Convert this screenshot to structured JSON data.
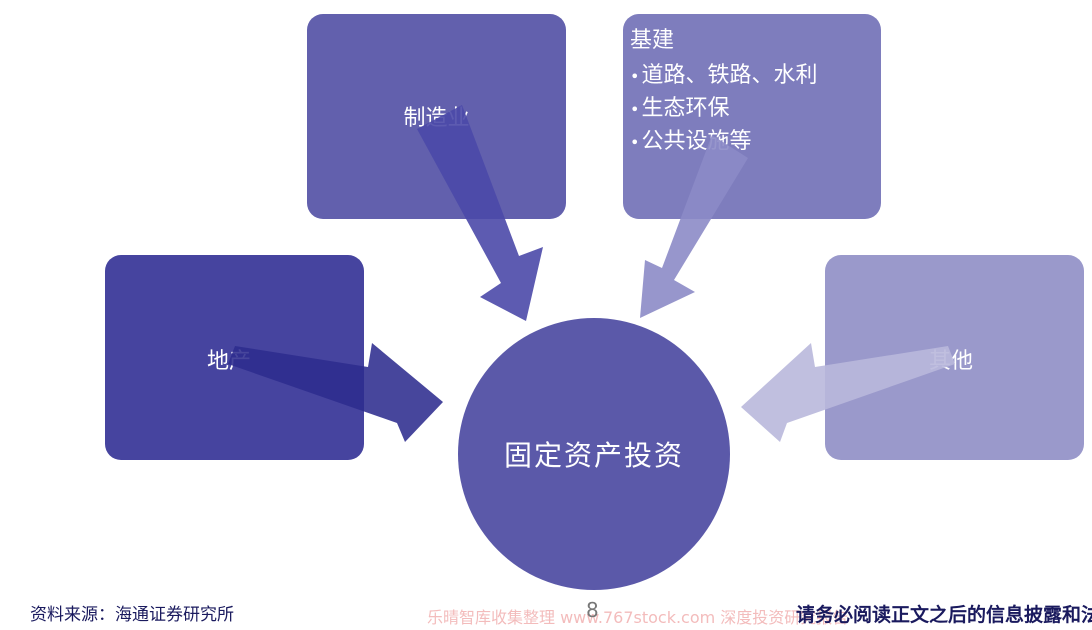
{
  "nodes": {
    "manufacturing": "制造业",
    "real_estate": "地产",
    "infrastructure": {
      "title": "基建",
      "bullets": [
        "道路、铁路、水利",
        "生态环保",
        "公共设施等"
      ]
    },
    "other": "其他",
    "center": "固定资产投资"
  },
  "bullet_glyph": "•",
  "colors": {
    "manufacturing": "#6260ad",
    "real_estate": "#46449f",
    "infrastructure": "#7e7dbd",
    "other": "#9a99cb",
    "center": "#5b59a9",
    "arrow_manufacturing": "#4b49a8",
    "arrow_real_estate": "#2e2c8e",
    "arrow_infrastructure": "#8c8bc6",
    "arrow_other": "#b9b8dc"
  },
  "footer": {
    "source": "资料来源：海通证券研究所",
    "page_number": "8",
    "watermark": "乐晴智库收集整理 www.767stock.com 深度投资研究报告",
    "disclaimer": "请务必阅读正文之后的信息披露和法律声明"
  }
}
